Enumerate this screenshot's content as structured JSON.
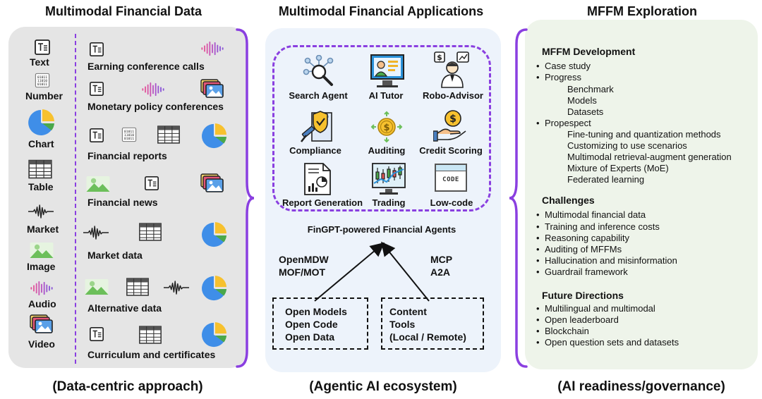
{
  "columns": {
    "left_title": "Multimodal Financial Data",
    "middle_title": "Multimodal Financial Applications",
    "right_title": "MFFM Exploration",
    "left_subtitle": "(Data-centric approach)",
    "middle_subtitle": "(Agentic AI ecosystem)",
    "right_subtitle": "(AI readiness/governance)"
  },
  "modalities": [
    "Text",
    "Number",
    "Chart",
    "Table",
    "Market",
    "Image",
    "Audio",
    "Video"
  ],
  "data_sources": [
    "Earning conference calls",
    "Monetary policy conferences",
    "Financial reports",
    "Financial news",
    "Market data",
    "Alternative data",
    "Curriculum and certificates"
  ],
  "apps": [
    "Search Agent",
    "AI Tutor",
    "Robo-Advisor",
    "Compliance",
    "Auditing",
    "Credit Scoring",
    "Report Generation",
    "Trading",
    "Low-code"
  ],
  "code_icon_text": "CODE",
  "agents_label": "FinGPT-powered Financial Agents",
  "protocols_left": [
    "OpenMDW",
    "MOF/MOT"
  ],
  "protocols_right": [
    "MCP",
    "A2A"
  ],
  "open_box": [
    "Open Models",
    "Open Code",
    "Open Data"
  ],
  "content_box": [
    "Content",
    "Tools",
    "(Local / Remote)"
  ],
  "exploration": {
    "development_title": "MFFM Development",
    "development_items": [
      "Case study",
      "Progress"
    ],
    "progress_items": [
      "Benchmark",
      "Models",
      "Datasets"
    ],
    "prospect_label": "Propespect",
    "prospect_items": [
      "Fine-tuning and quantization methods",
      "Customizing to use scenarios",
      "Multimodal retrieval-augment generation",
      "Mixture of Experts (MoE)",
      "Federated learning"
    ],
    "challenges_title": "Challenges",
    "challenges_items": [
      "Multimodal financial data",
      "Training and inference costs",
      "Reasoning capability",
      "Auditing of MFFMs",
      "Hallucination and misinformation",
      "Guardrail framework"
    ],
    "future_title": "Future Directions",
    "future_items": [
      "Multilingual and multimodal",
      "Open leaderboard",
      "Blockchain",
      "Open question sets and datasets"
    ]
  },
  "colors": {
    "left_panel": "#e5e5e5",
    "middle_panel": "#edf3fb",
    "right_panel": "#eef4ea",
    "accent_purple": "#8a3fe0",
    "pie_blue": "#3f8ee8",
    "pie_yellow": "#f7c12e",
    "pie_green": "#4aa84a",
    "audio_pink": "#e2559b",
    "audio_purple": "#8b55d6",
    "image_green": "#6cbf5a"
  }
}
